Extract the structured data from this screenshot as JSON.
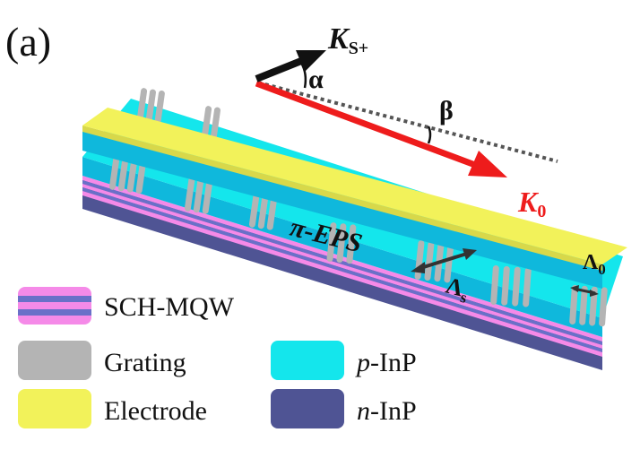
{
  "panel_label": "(a)",
  "vectors": {
    "k_s_main": "K",
    "k_s_sub": "S+",
    "k0_main": "K",
    "k0_sub": "0",
    "alpha": "α",
    "beta": "β"
  },
  "device_labels": {
    "structure": "π-EPS",
    "lambda_s_main": "Λ",
    "lambda_s_sub": "s",
    "lambda_0_main": "Λ",
    "lambda_0_sub": "0"
  },
  "legend": {
    "sch_mqw": "SCH-MQW",
    "grating": "Grating",
    "electrode": "Electrode",
    "p_inp_italic": "p",
    "p_inp_rest": "-InP",
    "n_inp_italic": "n",
    "n_inp_rest": "-InP"
  },
  "colors": {
    "electrode": "#f2f25a",
    "p_inp_top": "#14e6ec",
    "p_inp_side": "#0fb8dc",
    "n_inp": "#4f5494",
    "mqw_pink": "#f58ae8",
    "mqw_blue": "#6a70c8",
    "grating": "#b4b4b4",
    "k0_arrow": "#ee1c1c",
    "ks_arrow": "#111111"
  }
}
